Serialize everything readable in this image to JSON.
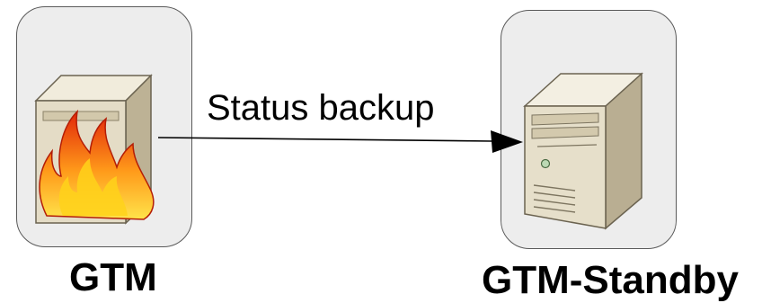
{
  "nodes": {
    "gtm": {
      "label": "GTM",
      "state": "on-fire"
    },
    "standby": {
      "label": "GTM-Standby",
      "state": "normal"
    }
  },
  "edge": {
    "label": "Status backup"
  },
  "colors": {
    "box_fill": "#ededed",
    "box_stroke": "#5a5a5a",
    "server_body": "#e4dcc6",
    "server_dark": "#b9ae92",
    "fire_outer": "#e8320c",
    "fire_inner": "#ffd21a"
  }
}
